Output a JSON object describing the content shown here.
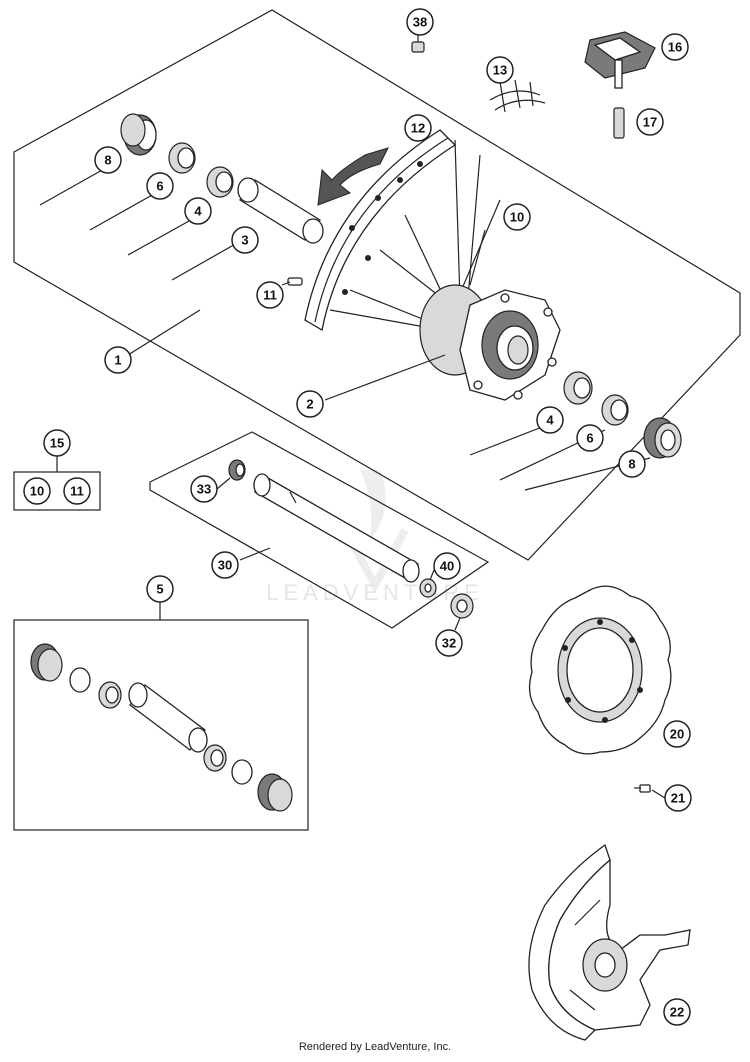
{
  "watermark": "LEADVENTURE",
  "footer": "Rendered by LeadVenture, Inc.",
  "callouts": {
    "c1": "1",
    "c2": "2",
    "c3": "3",
    "c4a": "4",
    "c4b": "4",
    "c5": "5",
    "c6a": "6",
    "c6b": "6",
    "c8a": "8",
    "c8b": "8",
    "c10": "10",
    "c11": "11",
    "c12": "12",
    "c13": "13",
    "c15": "15",
    "c15_10": "10",
    "c15_11": "11",
    "c16": "16",
    "c17": "17",
    "c20": "20",
    "c21": "21",
    "c22": "22",
    "c30": "30",
    "c32": "32",
    "c33": "33",
    "c38": "38",
    "c40": "40"
  }
}
